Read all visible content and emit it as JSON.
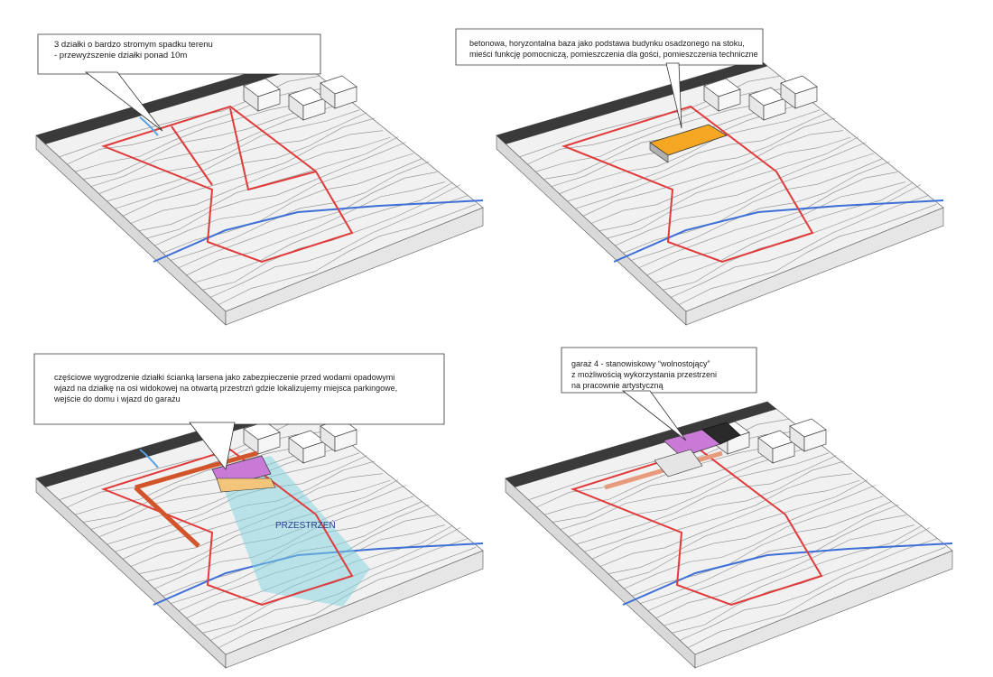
{
  "panels": [
    {
      "id": "sites",
      "callout": [
        "3 działki o bardzo stromym spadku terenu",
        "- przewyższenie działki ponad 10m"
      ]
    },
    {
      "id": "base",
      "callout": [
        "betonowa, horyzontalna baza jako podstawa budynku osadzonego na stoku,",
        "mieści funkcję pomocniczą, pomieszczenia dla gości, pomieszczenia techniczne"
      ]
    },
    {
      "id": "access",
      "callout": [
        "częściowe wygrodzenie działki ścianką larsena jako zabezpieczenie przed wodami opadowymi",
        "wjazd na działkę na osi widokowej na otwartą przestrzń gdzie lokalizujemy miejsca parkingowe,",
        "wejście do domu i wjazd do garażu"
      ],
      "space_label": "PRZESTRZEŃ"
    },
    {
      "id": "garage",
      "callout": [
        "garaż 4 - stanowiskowy “wolnostojący”",
        "z możliwością wykorzystania przestrzeni",
        "na pracownie artystyczną"
      ]
    }
  ],
  "colors": {
    "terrain": "#f1f1f1",
    "terrain_side": "#d9d9d9",
    "contour": "#8a8a8a",
    "road": "#3a3a3a",
    "plot_outline": "#e03a3a",
    "stream": "#3d6fd6",
    "base_block": "#f5a623",
    "sheet_pile_wall": "#d2542b",
    "garage": "#c87ad6",
    "open_space": "#7fd3e0",
    "arrow": "#5aa0e6"
  }
}
